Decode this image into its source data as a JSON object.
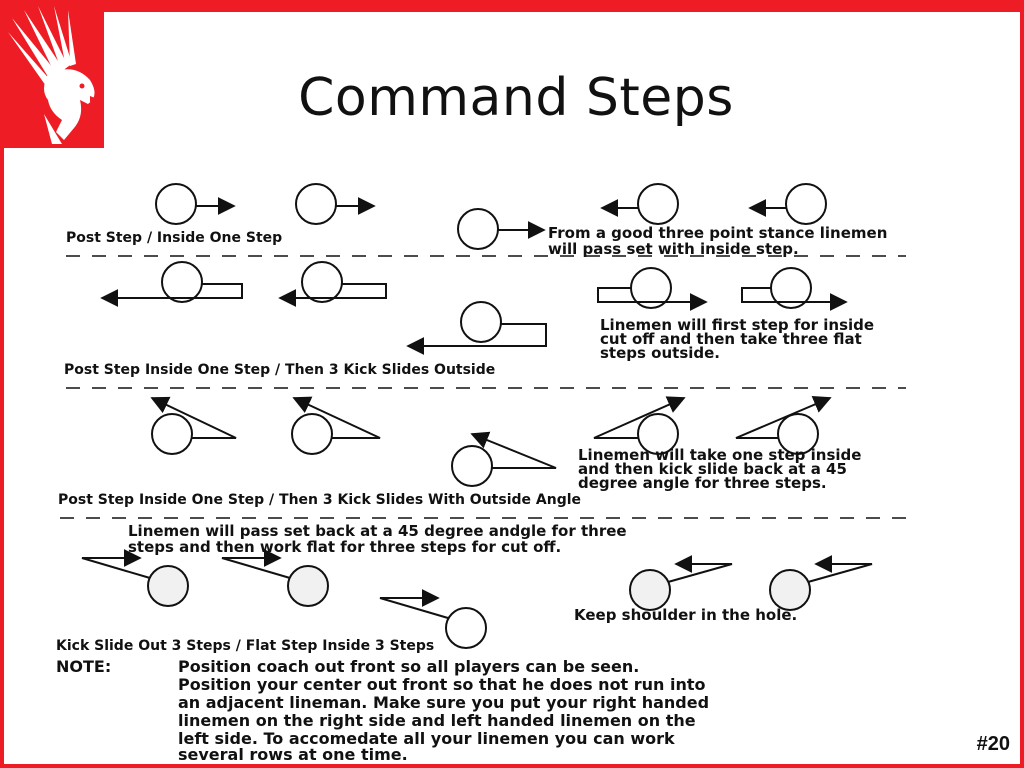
{
  "slide": {
    "title": "Command Steps",
    "number": "#20",
    "colors": {
      "border": "#ee1c25",
      "logo_bg": "#ee1c25"
    },
    "logo": "eagle-icon"
  },
  "diagram": {
    "section1": {
      "label": "Post Step / Inside One Step",
      "desc": [
        "From a good three point stance linemen",
        "will pass set with inside step."
      ]
    },
    "section2": {
      "label": "Post Step Inside One Step / Then 3 Kick Slides Outside",
      "desc": [
        "Linemen will first step for inside",
        "cut off and then take three flat",
        "steps outside."
      ]
    },
    "section3": {
      "label": "Post Step Inside One Step / Then 3 Kick Slides With Outside Angle",
      "desc": [
        "Linemen will take one step inside",
        "and then kick slide back at a 45",
        "degree angle for three steps."
      ]
    },
    "section4": {
      "intro": [
        "Linemen will pass set back at a 45 degree andgle for three",
        "steps and then work flat for three steps for cut off."
      ],
      "side_note": "Keep shoulder in the hole.",
      "label": "Kick Slide Out 3 Steps / Flat Step Inside 3 Steps"
    },
    "note": {
      "heading": "NOTE:",
      "lines": [
        "Position coach out front so all players can be seen.",
        "Position your center out front so that he does not run into",
        "an adjacent lineman.  Make sure you put your right handed",
        "linemen on the right side and left handed linemen on the",
        "left side.  To accomedate all your linemen you can work",
        "several rows at one time."
      ]
    }
  }
}
